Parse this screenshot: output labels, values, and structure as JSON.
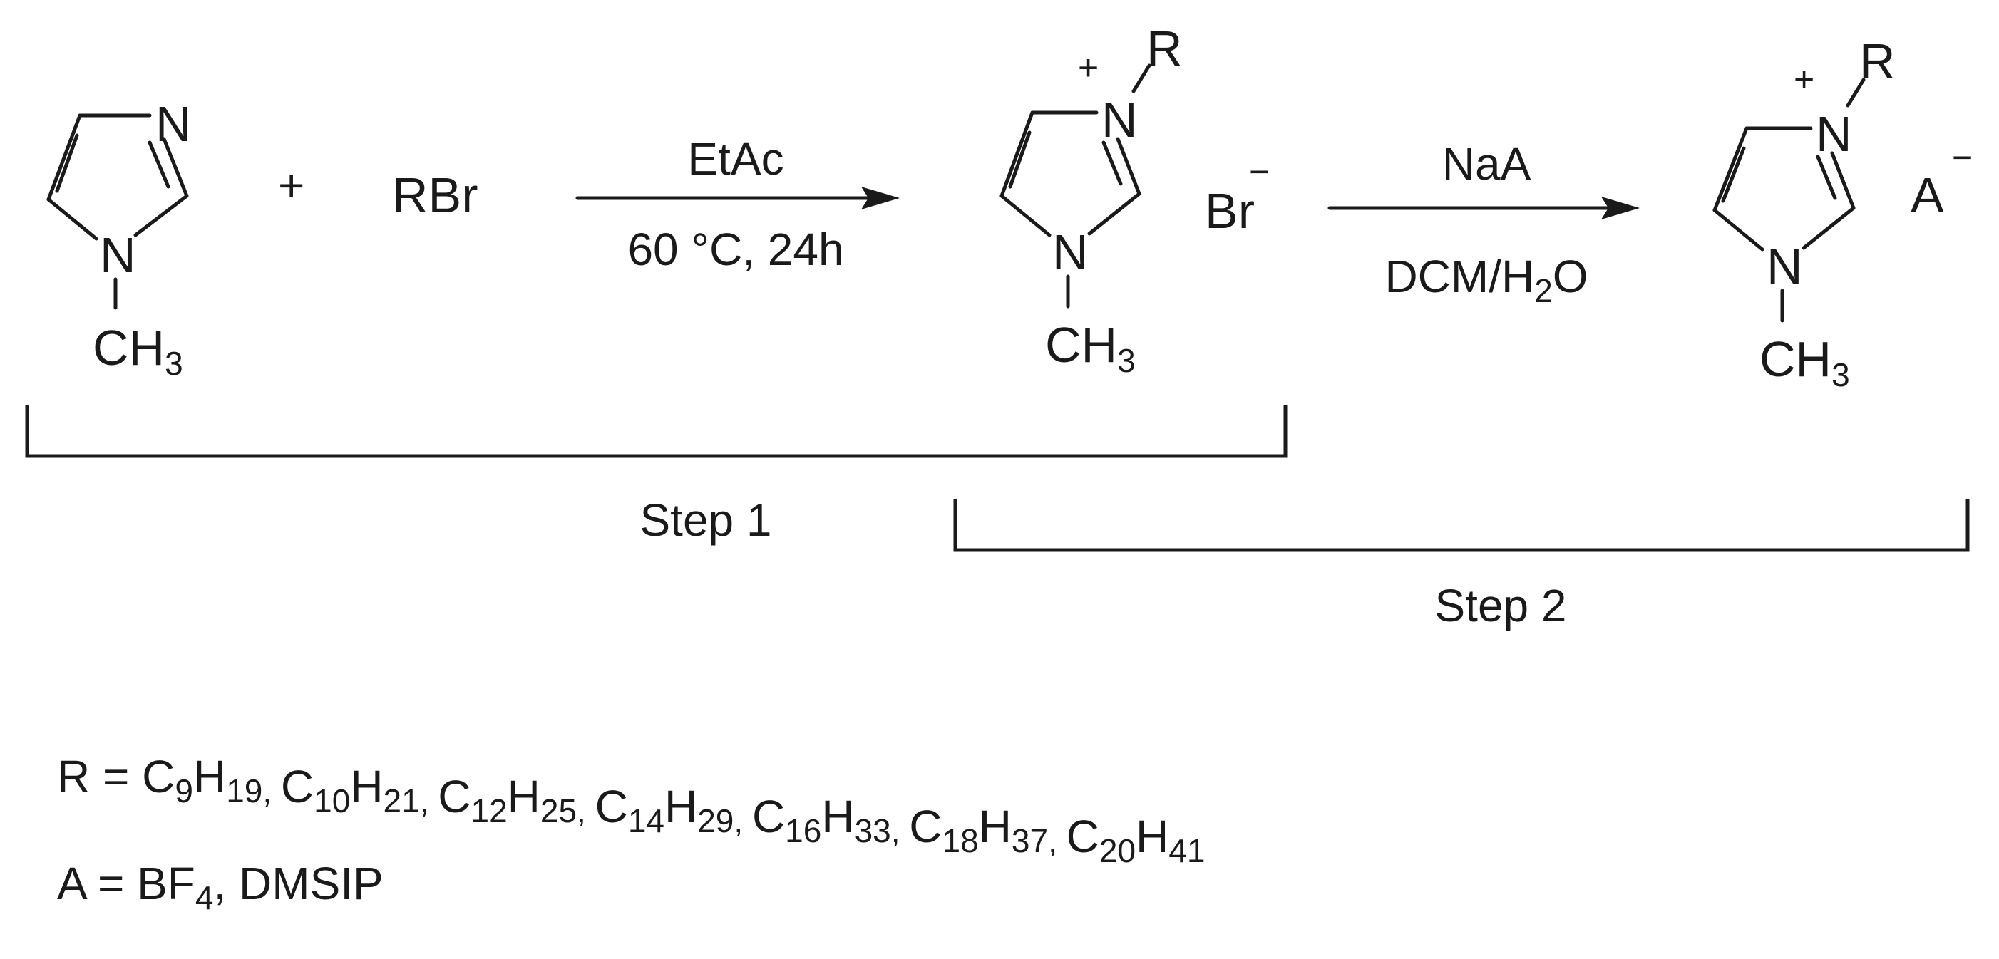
{
  "molecules": {
    "methylimidazole": {
      "n_top": "N",
      "n_bottom": "N",
      "methyl": "CH",
      "methyl_sub": "3"
    },
    "bromide_salt": {
      "n_top": "N",
      "n_bottom": "N",
      "charge": "+",
      "r_group": "R",
      "methyl": "CH",
      "methyl_sub": "3",
      "counterion": "Br",
      "counterion_charge": "−"
    },
    "final_salt": {
      "n_top": "N",
      "n_bottom": "N",
      "charge": "+",
      "r_group": "R",
      "methyl": "CH",
      "methyl_sub": "3",
      "counterion": "A",
      "counterion_charge": "−"
    }
  },
  "plus_sign": "+",
  "reagent": "RBr",
  "arrow1": {
    "above": "EtAc",
    "below": "60 °C, 24h"
  },
  "arrow2": {
    "above": "NaA",
    "below_main": "DCM/H",
    "below_sub": "2",
    "below_tail": "O"
  },
  "steps": {
    "step1": "Step 1",
    "step2": "Step 2"
  },
  "r_definition": {
    "prefix": "R = ",
    "groups": [
      {
        "c": "9",
        "h": "19",
        "sep": ", "
      },
      {
        "c": "10",
        "h": "21",
        "sep": ", "
      },
      {
        "c": "12",
        "h": "25",
        "sep": ", "
      },
      {
        "c": "14",
        "h": "29",
        "sep": ", "
      },
      {
        "c": "16",
        "h": "33",
        "sep": ", "
      },
      {
        "c": "18",
        "h": "37",
        "sep": ", "
      },
      {
        "c": "20",
        "h": "41",
        "sep": ""
      }
    ]
  },
  "a_definition": {
    "prefix": "A = BF",
    "sub": "4",
    "suffix": ", DMSIP"
  },
  "colors": {
    "ink": "#1a1a1a",
    "background": "#ffffff"
  }
}
